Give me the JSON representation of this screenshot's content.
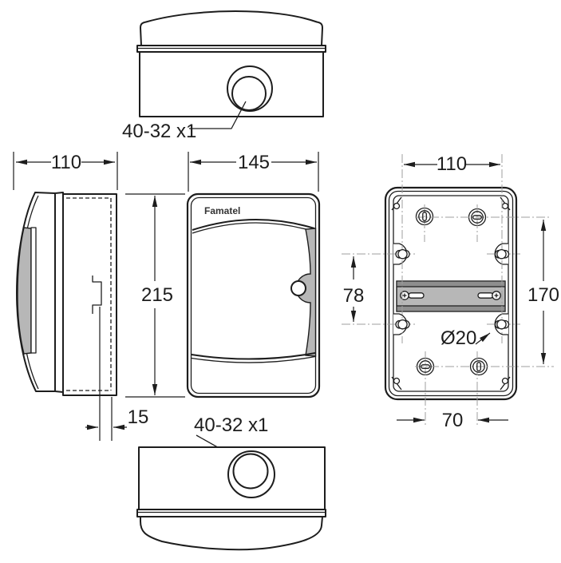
{
  "title": "Famatel enclosure dimensional drawing",
  "brand": "Famatel",
  "views": {
    "top": {
      "knockout_label": "40-32 x1"
    },
    "bottom": {
      "knockout_label": "40-32 x1"
    },
    "side": {
      "width": "110",
      "rear_depth": "15"
    },
    "front": {
      "width": "145",
      "height": "215"
    },
    "back": {
      "mount_width": "110",
      "knockout_row_spacing": "170",
      "keyhole_spacing": "78",
      "knockout_col_spacing": "70",
      "keyhole_diameter": "Ø20"
    }
  },
  "colors": {
    "line": "#1d1d1d",
    "centerline": "#9f9f9f",
    "gray_fill": "#b7b7b7",
    "rail_edge": "#8e8e8e",
    "brand_text": "#333333",
    "background": "#ffffff"
  }
}
